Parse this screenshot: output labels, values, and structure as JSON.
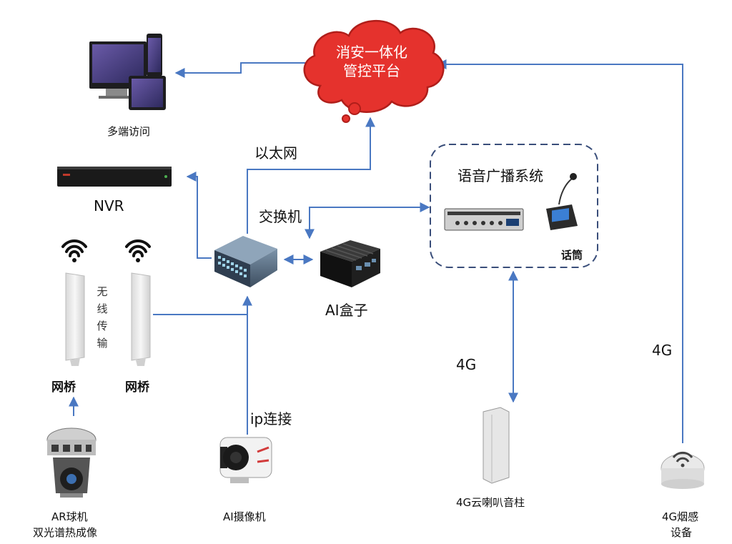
{
  "platform": {
    "line1": "消安一体化",
    "line2": "管控平台"
  },
  "labels": {
    "multi_access": "多端访问",
    "nvr": "NVR",
    "ethernet": "以太网",
    "switch": "交换机",
    "ai_box": "AI盒子",
    "broadcast_system": "语音广播系统",
    "microphone": "话筒",
    "wireless": "无线传输",
    "bridge_left": "网桥",
    "bridge_right": "网桥",
    "ip_link": "ip连接",
    "link_4g_speaker": "4G",
    "link_4g_smoke": "4G",
    "ar_camera_line1": "AR球机",
    "ar_camera_line2": "双光谱热成像",
    "ai_camera": "AI摄像机",
    "speaker_column": "4G云喇叭音柱",
    "smoke_line1": "4G烟感",
    "smoke_line2": "设备"
  },
  "icons": {
    "devices": "multi-device-icon",
    "nvr": "nvr-recorder-icon",
    "switch": "network-switch-icon",
    "ai_box": "ai-box-icon",
    "amplifier": "amplifier-icon",
    "microphone": "desk-microphone-icon",
    "wifi": "wifi-icon",
    "bridge": "wireless-bridge-icon",
    "ar_camera": "dome-camera-icon",
    "ai_camera": "bullet-camera-icon",
    "speaker": "column-speaker-icon",
    "smoke": "smoke-detector-icon"
  },
  "colors": {
    "cloud": "#e5322d",
    "cloud_stroke": "#b01e1a",
    "arrow": "#4a78c2",
    "dashed_border": "#3a4e7a"
  }
}
